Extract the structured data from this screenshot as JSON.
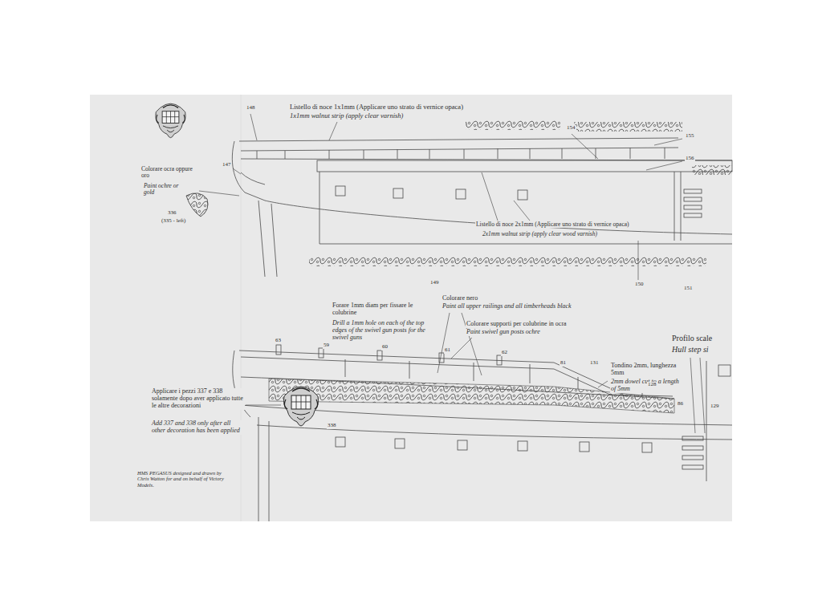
{
  "diagram": {
    "labels": [
      "148",
      "Listello di noce 1x1mm (Applicare uno strato di vernice opaca)",
      "1x1mm walnut strip (apply clear varnish)",
      "154",
      "155",
      "156",
      "147",
      "Colorare ocra oppure oro",
      "Paint ochre or gold",
      "336",
      "(335 - left)",
      "Listello di noce 2x1mm (Applicare uno strato di vernice opaca)",
      "2x1mm walnut strip (apply clear wood varnish)",
      "149",
      "150",
      "151",
      "Forare 1mm diam per fissare le colubrine",
      "Drill a 1mm hole on each of the top edges of the swivel gun posts for the swivel guns",
      "Colorare nero",
      "Paint all upper railings and all timberheads black",
      "Colorare supporti per colubrine in ocra",
      "Paint swivel gun posts ochre",
      "63",
      "59",
      "60",
      "61",
      "62",
      "81",
      "131",
      "Tondino 2mm, lunghezza 5mm",
      "2mm dowel cut to a length of 5mm",
      "128",
      "86",
      "129",
      "Profilo scale",
      "Hull step si",
      "Applicare i pezzi 337 e 338 solamente dopo aver applicato tutte le altre decorazioni",
      "Add 337 and 338 only after all other decoration has been applied",
      "338",
      "HMS PEGASUS designed and drawn by Chris Watton for and on behalf of Victory Models."
    ]
  }
}
